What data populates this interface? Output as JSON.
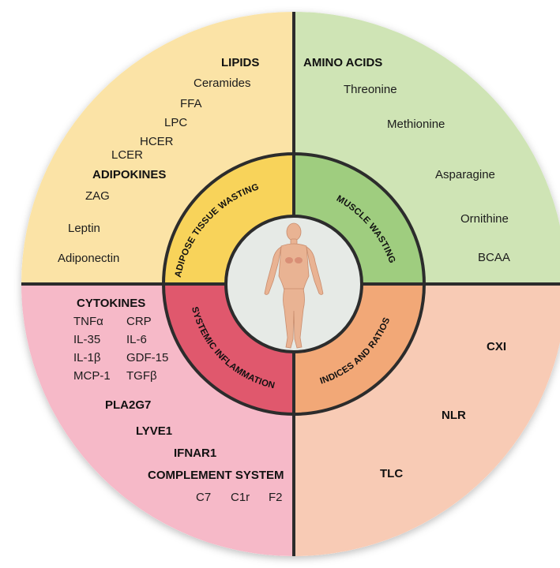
{
  "colors": {
    "lipids_quadrant": "#fbe3a6",
    "amino_quadrant": "#cfe4b5",
    "cytokine_quadrant": "#f6b9c8",
    "indices_quadrant": "#f8cbb5",
    "adipose_ring": "#f8d35a",
    "muscle_ring": "#9fcd7f",
    "inflammation_ring": "#e0586d",
    "indices_ring": "#f2a877",
    "center": "#e6eae6",
    "divider": "#2c2c2c",
    "body_figure": "#e9b393"
  },
  "center_icon": "human-body-figure",
  "rings": {
    "adipose": "ADIPOSE TISSUE WASTING",
    "muscle": "MUSCLE WASTING",
    "inflammation": "SYSTEMIC INFLAMMATION",
    "indices": "INDICES AND RATIOS"
  },
  "lipids": {
    "heading": "LIPIDS",
    "items": [
      "Ceramides",
      "FFA",
      "LPC",
      "HCER",
      "LCER"
    ]
  },
  "adipokines": {
    "heading": "ADIPOKINES",
    "items": [
      "ZAG",
      "Leptin",
      "Adiponectin"
    ]
  },
  "amino_acids": {
    "heading": "AMINO ACIDS",
    "items": [
      "Threonine",
      "Methionine",
      "Asparagine",
      "Ornithine",
      "BCAA"
    ]
  },
  "cytokines": {
    "heading": "CYTOKINES",
    "left_column": [
      "TNFα",
      "IL-35",
      "IL-1β",
      "MCP-1"
    ],
    "right_column": [
      "CRP",
      "IL-6",
      "GDF-15",
      "TGFβ"
    ]
  },
  "inflammation_markers": [
    "PLA2G7",
    "LYVE1",
    "IFNAR1"
  ],
  "complement": {
    "heading": "COMPLEMENT SYSTEM",
    "items": [
      "C7",
      "C1r",
      "F2"
    ]
  },
  "indices": {
    "items": [
      "CXI",
      "NLR",
      "TLC"
    ]
  }
}
